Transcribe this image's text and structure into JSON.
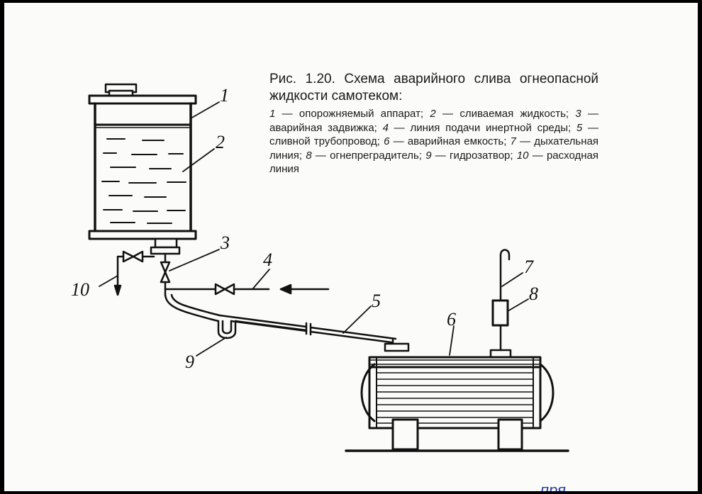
{
  "caption": {
    "title": "Рис. 1.20. Схема аварийного слива огнеопасной жидкости самотеком:",
    "legend": [
      {
        "num": "1",
        "text": "опорожняемый аппарат;"
      },
      {
        "num": "2",
        "text": "сливаемая жидкость;"
      },
      {
        "num": "3",
        "text": "аварийная задвижка;"
      },
      {
        "num": "4",
        "text": "линия подачи инертной среды;"
      },
      {
        "num": "5",
        "text": "сливной трубопровод;"
      },
      {
        "num": "6",
        "text": "аварийная емкость;"
      },
      {
        "num": "7",
        "text": "дыхательная линия;"
      },
      {
        "num": "8",
        "text": "огнепреградитель;"
      },
      {
        "num": "9",
        "text": "гидрозатвор;"
      },
      {
        "num": "10",
        "text": "расходная линия"
      }
    ]
  },
  "markers": {
    "m1": "1",
    "m2": "2",
    "m3": "3",
    "m4": "4",
    "m5": "5",
    "m6": "6",
    "m7": "7",
    "m8": "8",
    "m9": "9",
    "m10": "10"
  },
  "handwritten_note": "пря",
  "colors": {
    "ink": "#111111",
    "paper": "#fbfbf9",
    "frame": "#000000",
    "note": "#2b3ea8"
  }
}
